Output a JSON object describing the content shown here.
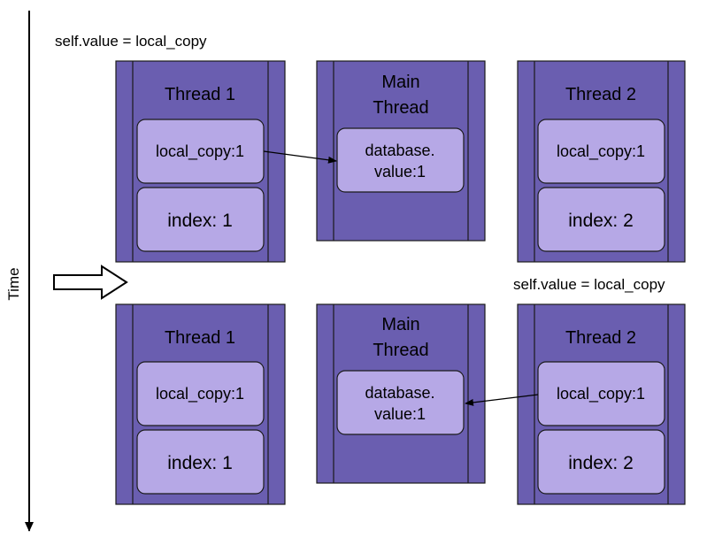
{
  "colors": {
    "thread_fill": "#6a5eb0",
    "cell_fill": "#b6a8e6",
    "border": "#1a1a1a",
    "arrow": "#000000",
    "hollow_arrow_fill": "#ffffff"
  },
  "time_axis": {
    "label": "Time"
  },
  "top": {
    "note": "self.value = local_copy",
    "thread1": {
      "title": "Thread 1",
      "cell_a": "local_copy:1",
      "cell_b": "index: 1"
    },
    "main": {
      "title_line1": "Main",
      "title_line2": "Thread",
      "cell_line1": "database.",
      "cell_line2": "value:1"
    },
    "thread2": {
      "title": "Thread 2",
      "cell_a": "local_copy:1",
      "cell_b": "index: 2"
    }
  },
  "bottom": {
    "note": "self.value = local_copy",
    "thread1": {
      "title": "Thread 1",
      "cell_a": "local_copy:1",
      "cell_b": "index: 1"
    },
    "main": {
      "title_line1": "Main",
      "title_line2": "Thread",
      "cell_line1": "database.",
      "cell_line2": "value:1"
    },
    "thread2": {
      "title": "Thread 2",
      "cell_a": "local_copy:1",
      "cell_b": "index: 2"
    }
  },
  "transition_arrow": {
    "icon": "hollow-right-arrow-icon"
  }
}
